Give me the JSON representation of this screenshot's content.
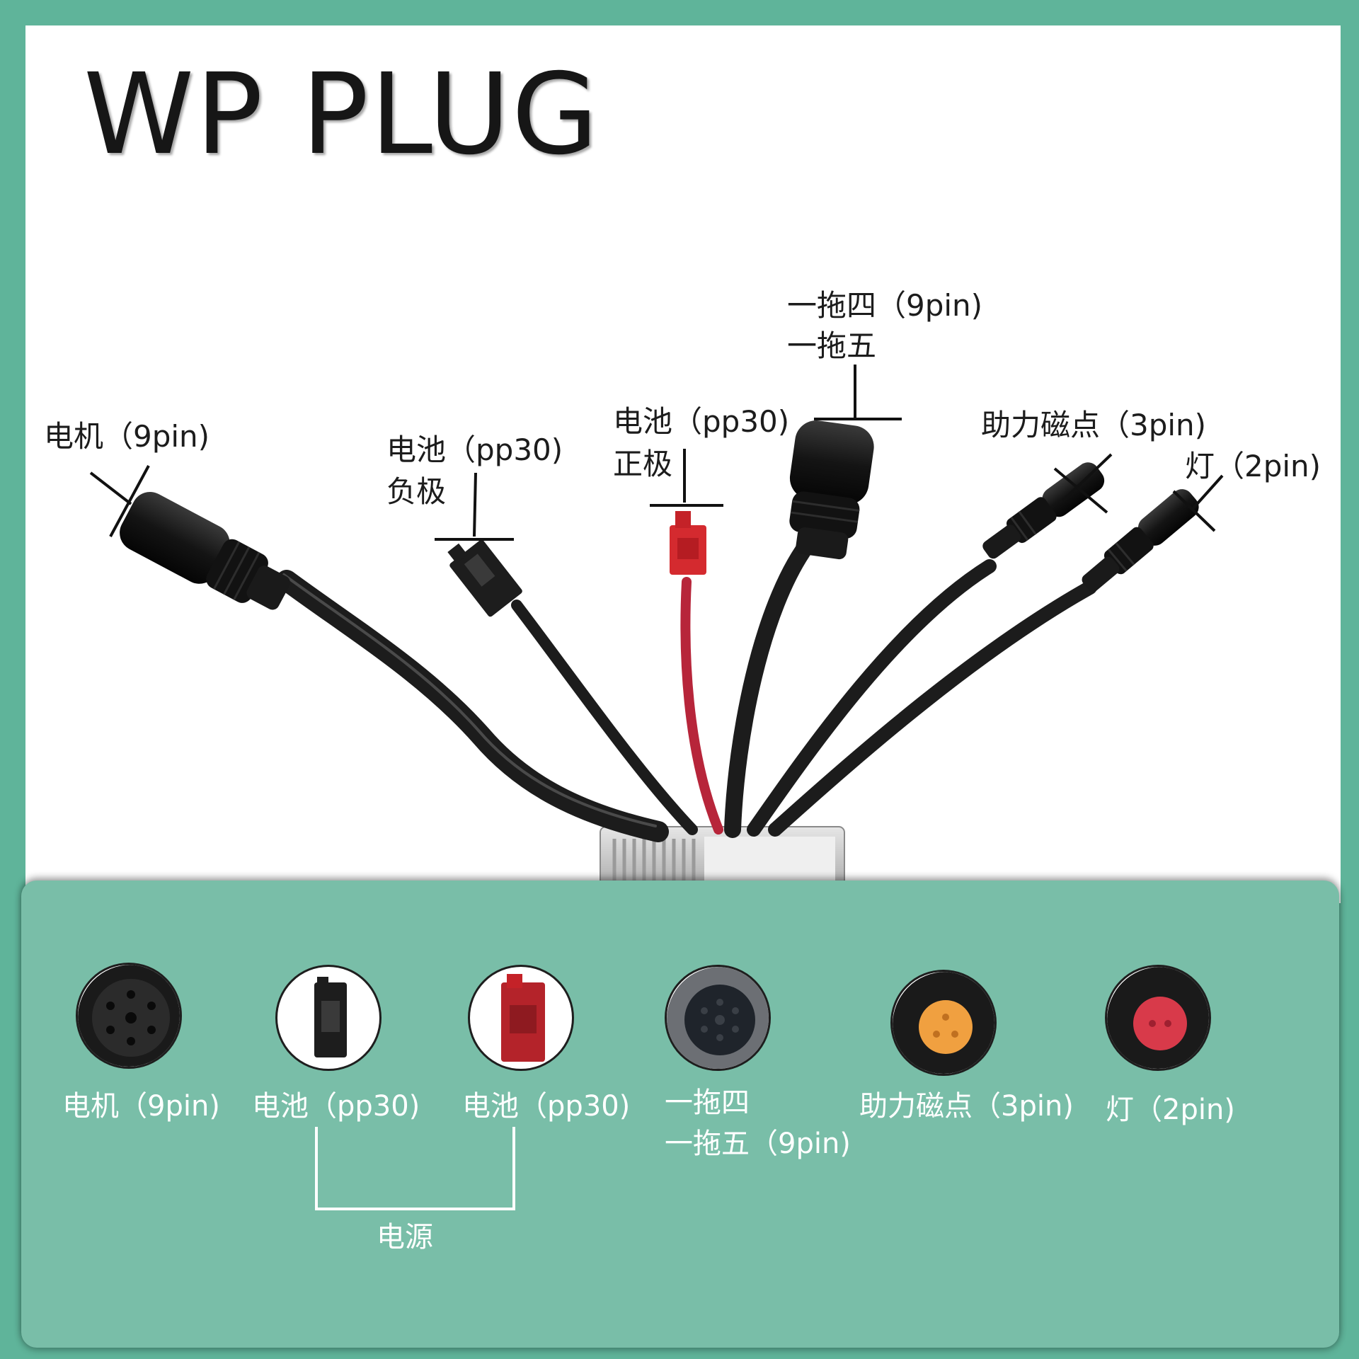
{
  "title": "WP PLUG",
  "callouts": {
    "motor": "电机（9pin)",
    "battery_negative_1": "电池（pp30)",
    "battery_negative_2": "负极",
    "battery_positive_1": "电池（pp30)",
    "battery_positive_2": "正极",
    "one_to_four_1": "一拖四（9pin)",
    "one_to_four_2": "一拖五",
    "assist_magnet": "助力磁点（3pin)",
    "light": "灯（2pin)"
  },
  "legend": {
    "items": [
      {
        "label": "电机（9pin)",
        "icon": "motor-connector-icon"
      },
      {
        "label": "电池（pp30)",
        "icon": "black-pp30-connector-icon"
      },
      {
        "label": "电池（pp30)",
        "icon": "red-pp30-connector-icon"
      },
      {
        "label_1": "一拖四",
        "label_2": "一拖五（9pin)",
        "icon": "one-to-four-connector-icon"
      },
      {
        "label": "助力磁点（3pin)",
        "icon": "assist-magnet-connector-icon"
      },
      {
        "label": "灯（2pin)",
        "icon": "light-connector-icon"
      }
    ],
    "group_label": "电源"
  },
  "colors": {
    "frame": "#5fb49a",
    "legend_panel": "#79bea8",
    "cable": "#1c1c1c",
    "positive_wire": "#b7253a",
    "pp30_red": "#d42a2f",
    "assist_magnet_insert": "#f0a040",
    "light_insert": "#d83a4a"
  }
}
